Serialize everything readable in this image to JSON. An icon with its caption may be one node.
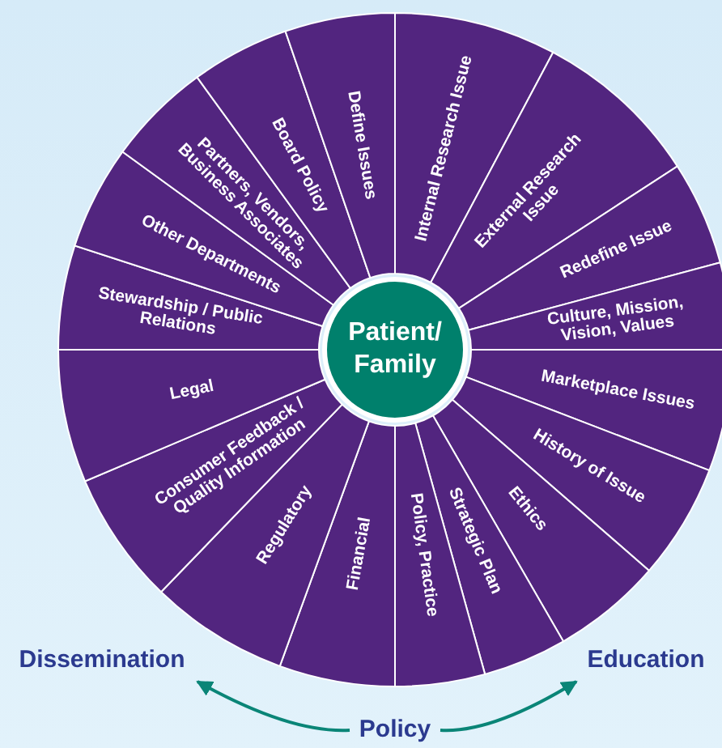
{
  "diagram": {
    "nodes": [
      {
        "text": [
          "Patient/ Family"
        ]
      },
      {
        "text": [
          "Internal Research Issue"
        ]
      },
      {
        "text": [
          "External Research Issue"
        ]
      },
      {
        "text": [
          "Redefine Issue"
        ]
      },
      {
        "text": [
          "Culture, Mission, Vision, Values"
        ]
      },
      {
        "text": [
          "Marketplace Issues"
        ]
      },
      {
        "text": [
          "History of Issue"
        ]
      },
      {
        "text": [
          "Ethics"
        ]
      },
      {
        "text": [
          "Strategic Plan"
        ]
      },
      {
        "text": [
          "Policy, Practice"
        ]
      },
      {
        "text": [
          "Financial"
        ]
      },
      {
        "text": [
          "Regulatory"
        ]
      },
      {
        "text": [
          "Consumer Feedback / Quality Information"
        ]
      },
      {
        "text": [
          "Legal"
        ]
      },
      {
        "text": [
          "Stewardship / Public Relations"
        ]
      },
      {
        "text": [
          "Other Departments"
        ]
      },
      {
        "text": [
          "Partners, Vendors, Business Associates"
        ]
      },
      {
        "text": [
          "Board Policy"
        ]
      },
      {
        "text": [
          "Define Issues"
        ]
      },
      {
        "text": [
          "Dissemination"
        ]
      },
      {
        "text": [
          "Education"
        ]
      },
      {
        "text": [
          "Policy"
        ]
      }
    ],
    "edges": [
      {
        "from": 21,
        "to": 19,
        "arrow": "to"
      },
      {
        "from": 21,
        "to": 20,
        "arrow": "to"
      }
    ]
  }
}
